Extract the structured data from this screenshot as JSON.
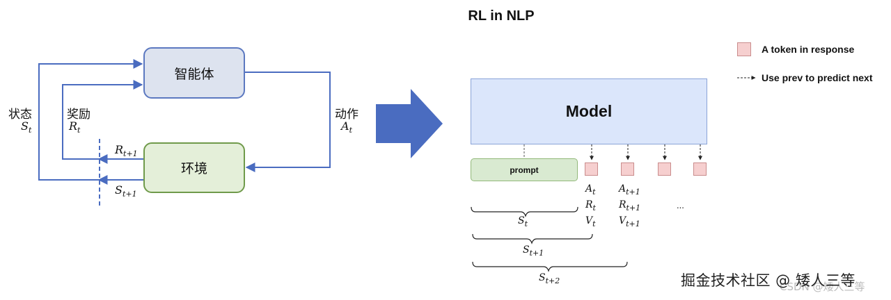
{
  "title": "RL in NLP",
  "left_diagram": {
    "agent_label": "智能体",
    "env_label": "环境",
    "state_label": "状态",
    "state_symbol": "S",
    "state_sub": "t",
    "reward_label": "奖励",
    "reward_symbol": "R",
    "reward_sub": "t",
    "action_label": "动作",
    "action_symbol": "A",
    "action_sub": "t",
    "next_reward_symbol": "R",
    "next_reward_sub": "t+1",
    "next_state_symbol": "S",
    "next_state_sub": "t+1"
  },
  "right_diagram": {
    "model_label": "Model",
    "prompt_label": "prompt",
    "token_count": 4,
    "col1": [
      {
        "sym": "A",
        "sub": "t"
      },
      {
        "sym": "R",
        "sub": "t"
      },
      {
        "sym": "V",
        "sub": "t"
      }
    ],
    "col2": [
      {
        "sym": "A",
        "sub": "t+1"
      },
      {
        "sym": "R",
        "sub": "t+1"
      },
      {
        "sym": "V",
        "sub": "t+1"
      }
    ],
    "ellipsis": "...",
    "braces": [
      {
        "sym": "S",
        "sub": "t"
      },
      {
        "sym": "S",
        "sub": "t+1"
      },
      {
        "sym": "S",
        "sub": "t+2"
      }
    ]
  },
  "legend": {
    "token_text": "A token in response",
    "arrow_text": "Use prev to predict next"
  },
  "watermark": {
    "text": "掘金技术社区 @ 矮人三等",
    "faint_text": "CSDN @矮人三等"
  },
  "colors": {
    "arrow_blue": "#4a6cc0",
    "big_arrow": "#4a6cc0",
    "token_fill": "#f6cfcf",
    "model_fill": "#dbe6fb",
    "agent_fill": "#dde3ef",
    "env_fill": "#e4efd9"
  }
}
